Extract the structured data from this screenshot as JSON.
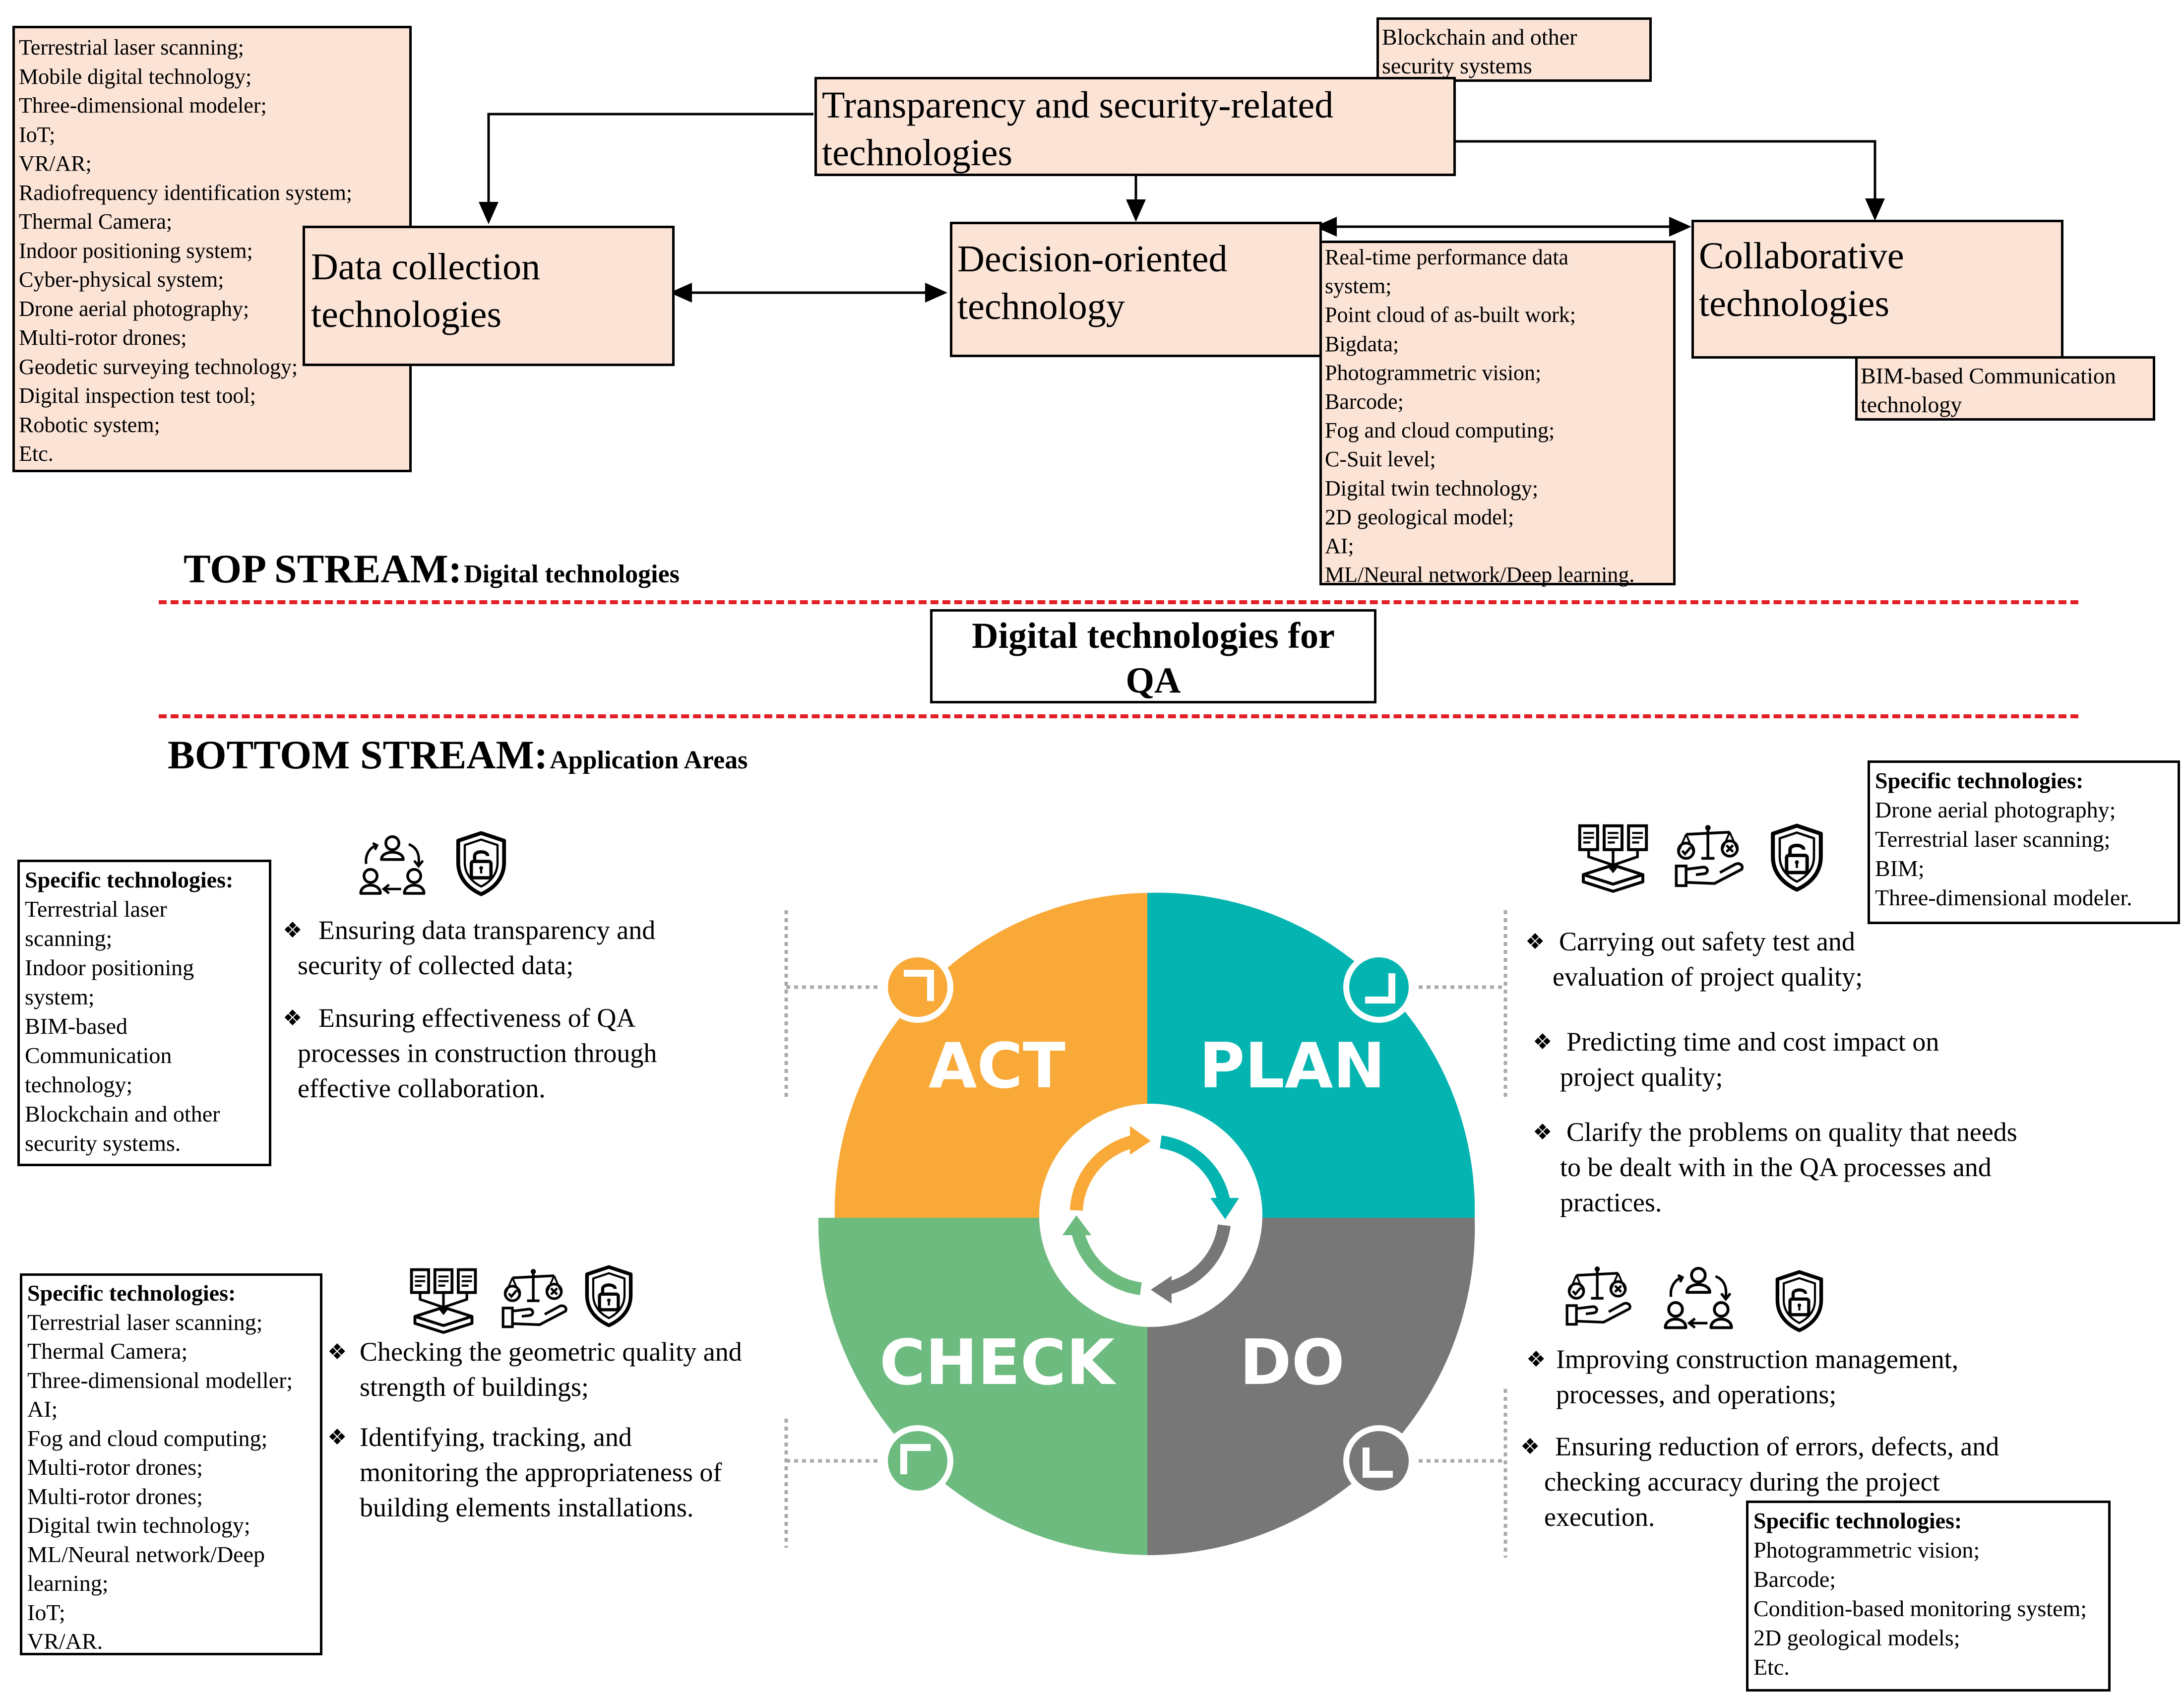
{
  "top": {
    "data_collection": {
      "title": "Data collection technologies",
      "list": [
        "Terrestrial laser scanning;",
        "Mobile digital technology;",
        "Three-dimensional modeler;",
        "IoT;",
        "VR/AR;",
        "Radiofrequency identification system;",
        "Thermal Camera;",
        "Indoor positioning system;",
        "Cyber-physical system;",
        "Drone aerial photography;",
        "Multi-rotor drones;",
        "Geodetic surveying technology;",
        "Digital inspection test tool;",
        "Robotic system;",
        "Etc."
      ]
    },
    "transparency": {
      "title_line1": "Transparency and security-related",
      "title_line2": "technologies",
      "note_line1": "Blockchain and other",
      "note_line2": "security systems"
    },
    "decision": {
      "title_line1": "Decision-oriented",
      "title_line2": "technology",
      "list": [
        "Real-time performance data",
        "system;",
        "Point cloud of as-built work;",
        "Bigdata;",
        "Photogrammetric vision;",
        "Barcode;",
        "Fog and cloud computing;",
        "C-Suit level;",
        "Digital twin technology;",
        "2D geological model;",
        "AI;",
        "ML/Neural network/Deep learning."
      ]
    },
    "collaborative": {
      "title_line1": "Collaborative",
      "title_line2": "technologies",
      "note_line1": "BIM-based Communication",
      "note_line2": "technology"
    }
  },
  "top_stream": {
    "main": "TOP STREAM:",
    "sub": "Digital technologies"
  },
  "center": {
    "line1": "Digital technologies for",
    "line2": "QA"
  },
  "bottom_stream": {
    "main": "BOTTOM STREAM:",
    "sub": "Application Areas"
  },
  "pdca": {
    "act": "ACT",
    "plan": "PLAN",
    "check": "CHECK",
    "do": "DO",
    "colors": {
      "act": "#f9a937",
      "plan": "#03b4b0",
      "check": "#6ebb80",
      "do": "#777777"
    }
  },
  "act": {
    "specific": [
      "Specific technologies:",
      "Terrestrial laser",
      "scanning;",
      "Indoor positioning",
      "system;",
      "BIM-based",
      "Communication",
      "technology;",
      "Blockchain and other",
      "security systems."
    ],
    "bullets": [
      [
        "Ensuring data transparency and",
        "security of collected data;"
      ],
      [
        "Ensuring effectiveness of QA",
        "processes in construction through",
        "effective collaboration."
      ]
    ]
  },
  "plan": {
    "specific": [
      "Specific technologies:",
      "Drone aerial photography;",
      "Terrestrial laser scanning;",
      "BIM;",
      "Three-dimensional modeler."
    ],
    "bullets": [
      [
        "Carrying out safety test and",
        "evaluation of project quality;"
      ],
      [
        "Predicting time and cost impact on",
        "project quality;"
      ],
      [
        "Clarify the problems on quality that needs",
        "to be dealt with in the QA processes and",
        "practices."
      ]
    ]
  },
  "check": {
    "specific": [
      "Specific technologies:",
      "Terrestrial laser scanning;",
      "Thermal Camera;",
      "Three-dimensional modeller;",
      "AI;",
      "Fog and cloud computing;",
      "Multi-rotor drones;",
      "Multi-rotor drones;",
      "Digital twin technology;",
      "ML/Neural network/Deep",
      "learning;",
      "IoT;",
      "VR/AR."
    ],
    "bullets": [
      [
        "Checking the geometric quality and",
        "strength of buildings;"
      ],
      [
        "Identifying, tracking, and",
        "monitoring the appropriateness of",
        "building elements installations."
      ]
    ]
  },
  "do": {
    "specific": [
      "Specific technologies:",
      "Photogrammetric vision;",
      "Barcode;",
      "Condition-based monitoring system;",
      "2D geological models;",
      "Etc."
    ],
    "bullets": [
      [
        "Improving construction management,",
        "processes, and operations;"
      ],
      [
        "Ensuring reduction of errors, defects, and",
        "checking accuracy during the project",
        "execution."
      ]
    ]
  },
  "bullet_symbol": "❖",
  "icons": [
    "data-collection-icon",
    "scales-icon",
    "shield-lock-icon",
    "collaboration-cycle-icon"
  ]
}
